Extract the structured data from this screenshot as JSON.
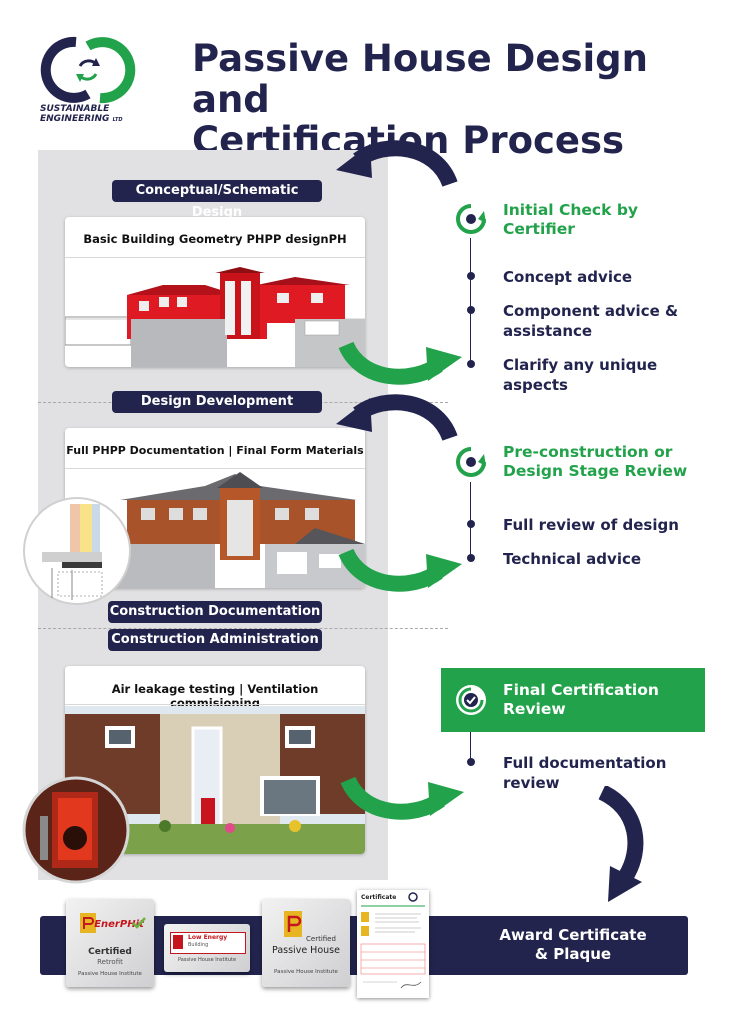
{
  "brand": {
    "name_line1": "SUSTAINABLE",
    "name_line2": "ENGINEERING",
    "name_suffix": "LTD",
    "navy": "#22244e",
    "green": "#22a24a"
  },
  "title": {
    "line1": "Passive House Design and",
    "line2": "Certification Process"
  },
  "stages": {
    "conceptual": "Conceptual/Schematic Design",
    "development": "Design Development",
    "documentation": "Construction Documentation",
    "administration": "Construction Administration"
  },
  "cards": {
    "card1": "Basic Building Geometry PHPP designPH",
    "card2": "Full PHPP Documentation | Final Form Materials",
    "card3": "Air leakage testing | Ventilation commisioning"
  },
  "review1": {
    "heading_line1": "Initial Check by",
    "heading_line2": "Certifier",
    "item1": "Concept advice",
    "item2_line1": "Component advice &",
    "item2_line2": "assistance",
    "item3_line1": "Clarify any unique",
    "item3_line2": "aspects"
  },
  "review2": {
    "heading_line1": "Pre-construction or",
    "heading_line2": "Design Stage Review",
    "item1": "Full review of design",
    "item2": "Technical advice"
  },
  "review3": {
    "heading_line1": "Final Certification",
    "heading_line2": "Review",
    "item1_line1": "Full documentation",
    "item1_line2": "review"
  },
  "award": {
    "line1": "Award Certificate",
    "line2": "& Plaque"
  },
  "plaques": {
    "enerphit_logo": "EnerPHit",
    "enerphit_certified": "Certified",
    "enerphit_sub": "Retrofit",
    "enerphit_institute": "Passive House Institute",
    "low_energy_line1": "Low Energy",
    "low_energy_line2": "Building",
    "low_energy_institute": "Passive House Institute",
    "ph_certified": "Certified",
    "ph_name": "Passive House",
    "ph_institute": "Passive House Institute",
    "certificate_title": "Certificate"
  },
  "icons": {
    "logo": "circular-arrows-logo",
    "cycle": "cycle-arrows-icon",
    "check": "check-icon"
  }
}
